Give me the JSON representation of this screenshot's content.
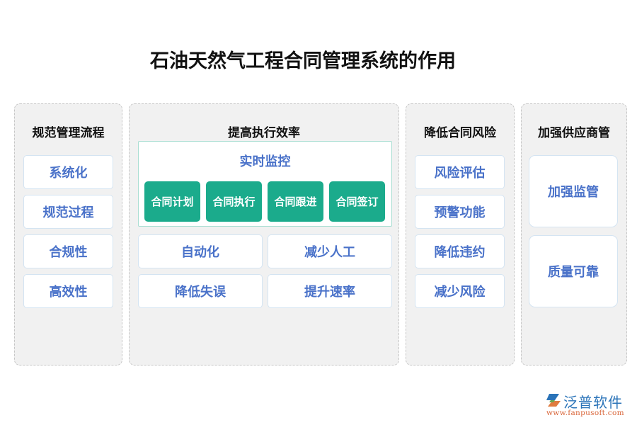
{
  "title": "石油天然气工程合同管理系统的作用",
  "columns": [
    {
      "title": "规范管理流程",
      "items": [
        "系统化",
        "规范过程",
        "合规性",
        "高效性"
      ]
    },
    {
      "title": "提高执行效率",
      "monitor": {
        "title": "实时监控",
        "steps": [
          "合同计划",
          "合同执行",
          "合同跟进",
          "合同签订"
        ]
      },
      "items": [
        "自动化",
        "减少人工",
        "降低失误",
        "提升速率"
      ]
    },
    {
      "title": "降低合同风险",
      "items": [
        "风险评估",
        "预警功能",
        "降低违约",
        "减少风险"
      ]
    },
    {
      "title": "加强供应商管",
      "items": [
        "加强监管",
        "质量可靠"
      ]
    }
  ],
  "watermark": "泛普软件",
  "logo": {
    "name": "泛普软件",
    "url": "www.fanpusoft.com"
  },
  "colors": {
    "accent_green": "#1bab8c",
    "text_blue": "#4a72c9",
    "panel_bg": "#f1f1f1",
    "card_border": "#d4e4f2",
    "logo_blue": "#2a73b8",
    "logo_orange": "#d9663a"
  }
}
